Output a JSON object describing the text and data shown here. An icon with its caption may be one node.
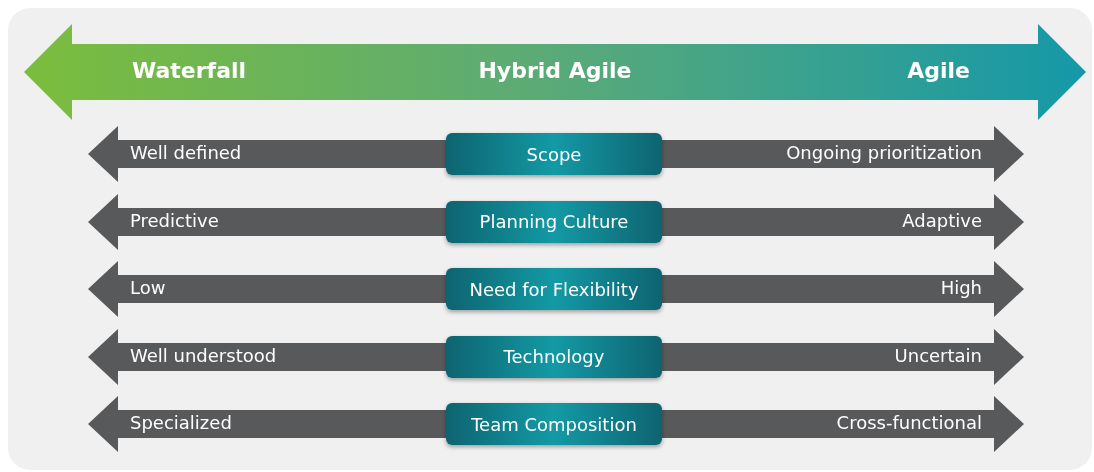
{
  "diagram": {
    "nodes": [
      {
        "text": [
          "Waterfall",
          "Hybrid Agile",
          "Agile"
        ]
      },
      {
        "text": [
          "Well defined",
          "Ongoing prioritization"
        ]
      },
      {
        "text": [
          "Scope"
        ],
        "in": 1
      },
      {
        "text": [
          "Predictive",
          "Adaptive"
        ]
      },
      {
        "text": [
          "Planning Culture"
        ],
        "in": 3
      },
      {
        "text": [
          "Low",
          "High"
        ]
      },
      {
        "text": [
          "Need for Flexibility"
        ],
        "in": 5
      },
      {
        "text": [
          "Well understood",
          "Uncertain"
        ]
      },
      {
        "text": [
          "Technology"
        ],
        "in": 7
      },
      {
        "text": [
          "Specialized",
          "Cross-functional"
        ]
      },
      {
        "text": [
          "Team Composition"
        ],
        "in": 9
      }
    ]
  }
}
